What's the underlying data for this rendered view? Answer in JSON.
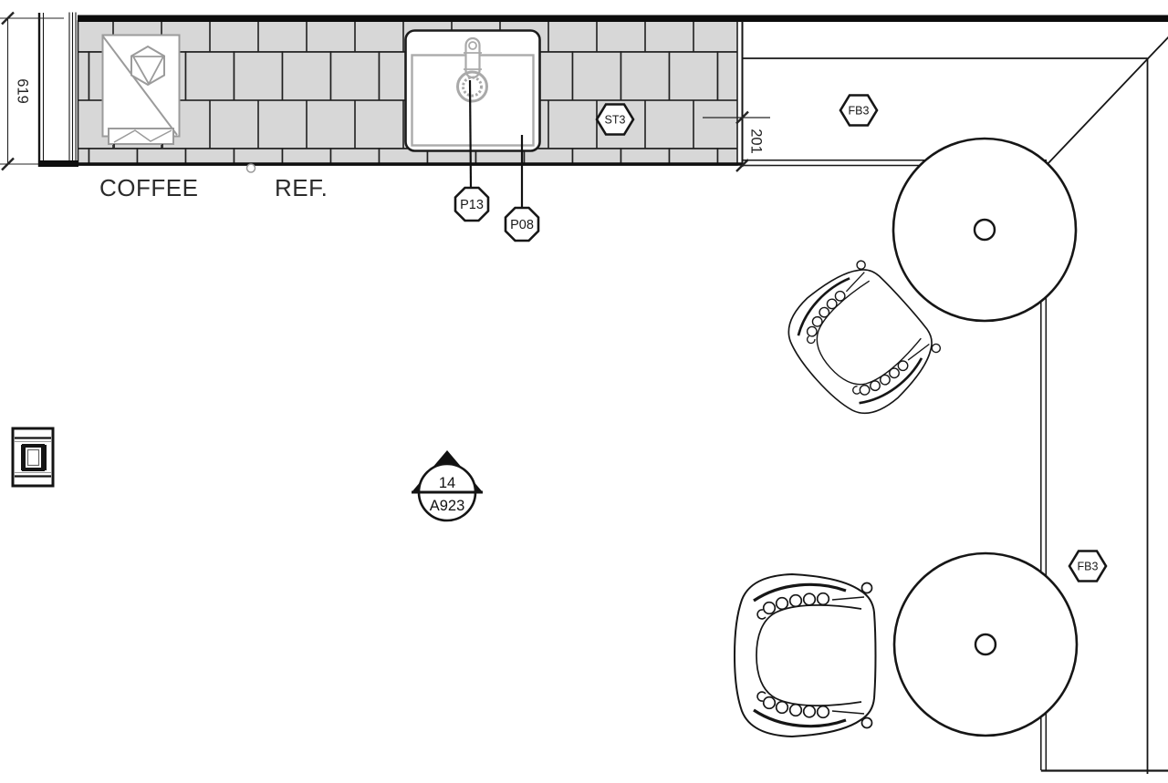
{
  "labels": {
    "coffee": "COFFEE",
    "ref": "REF."
  },
  "dimensions": {
    "left_vertical": "619",
    "counter_overhang": "201"
  },
  "tags": {
    "st3": "ST3",
    "fb3_top": "FB3",
    "fb3_bottom": "FB3",
    "p13": "P13",
    "p08": "P08"
  },
  "callout": {
    "number": "14",
    "sheet": "A923"
  },
  "colors": {
    "tile_fill": "#d7d7d7",
    "grout": "#1f1f1f",
    "wall_fill": "#0c0c0c",
    "line": "#161616",
    "fixture_gray": "#9b9b9b",
    "sink_inner_gray": "#ababab"
  }
}
